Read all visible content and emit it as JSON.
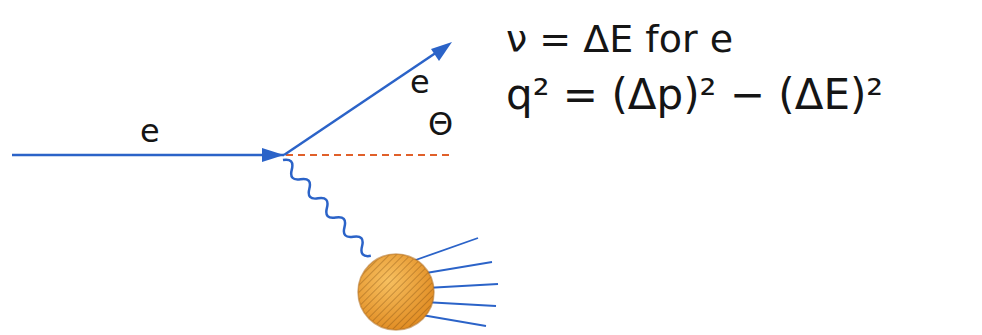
{
  "diagram": {
    "labels": [
      "e",
      "e",
      "Θ",
      "ν = ΔE for e",
      "q² = (Δp)² − (ΔE)²"
    ]
  }
}
